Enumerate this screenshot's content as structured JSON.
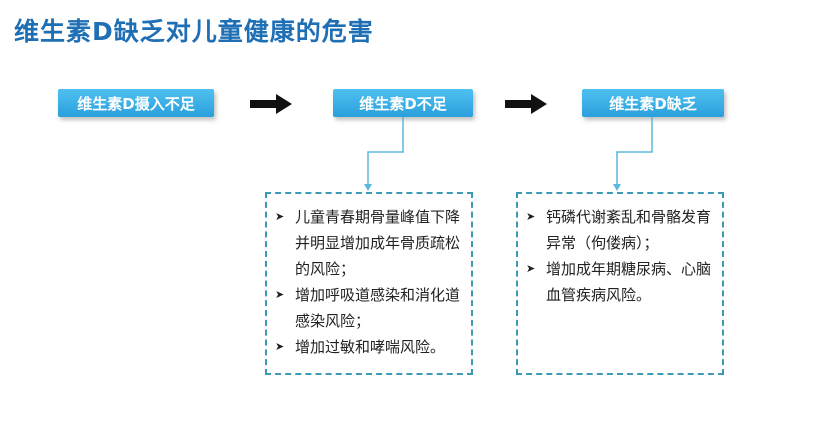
{
  "title": "维生素D缺乏对儿童健康的危害",
  "flow": [
    {
      "label": "维生素D摄入不足"
    },
    {
      "label": "维生素D不足"
    },
    {
      "label": "维生素D缺乏"
    }
  ],
  "details": [
    {
      "items": [
        "儿童青春期骨量峰值下降并明显增加成年骨质疏松的风险；",
        "增加呼吸道感染和消化道感染风险；",
        "增加过敏和哮喘风险。"
      ]
    },
    {
      "items": [
        "钙磷代谢紊乱和骨骼发育异常（佝偻病）；",
        "增加成年期糖尿病、心脑血管疾病风险。"
      ]
    }
  ],
  "colors": {
    "title": "#1f6fb5",
    "box_top": "#4fc0f0",
    "box_bottom": "#2a9fdb",
    "connector": "#5bb8dc",
    "dashed_border": "#3d9ab5"
  }
}
